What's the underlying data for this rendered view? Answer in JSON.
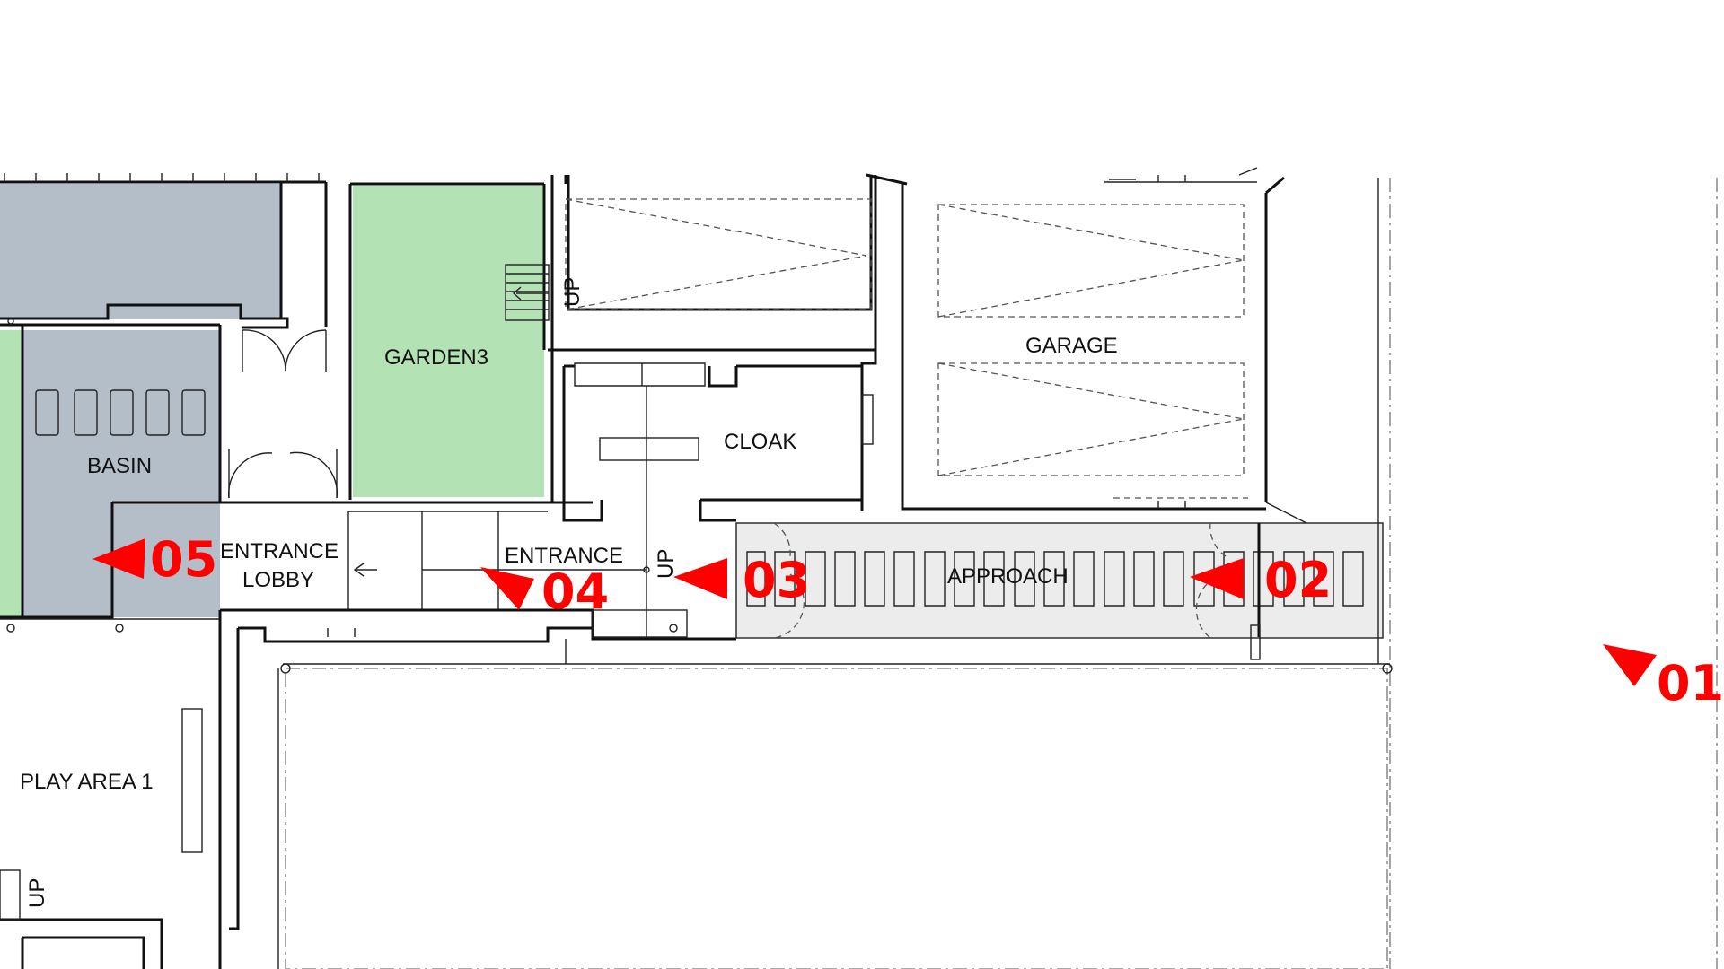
{
  "colors": {
    "garden": "#b3e2b5",
    "basin": "#b3bec9",
    "approach": "#ececec",
    "marker": "#ff0000"
  },
  "rooms": {
    "garden3": "GARDEN3",
    "basin": "BASIN",
    "cloak": "CLOAK",
    "garage": "GARAGE",
    "entrance_lobby_line1": "ENTRANCE",
    "entrance_lobby_line2": "LOBBY",
    "entrance": "ENTRANCE",
    "approach": "APPROACH",
    "play_area_1": "PLAY AREA 1"
  },
  "stair_labels": {
    "upper": "UP",
    "entrance": "UP",
    "play_area": "UP"
  },
  "view_markers": [
    "01",
    "02",
    "03",
    "04",
    "05"
  ]
}
